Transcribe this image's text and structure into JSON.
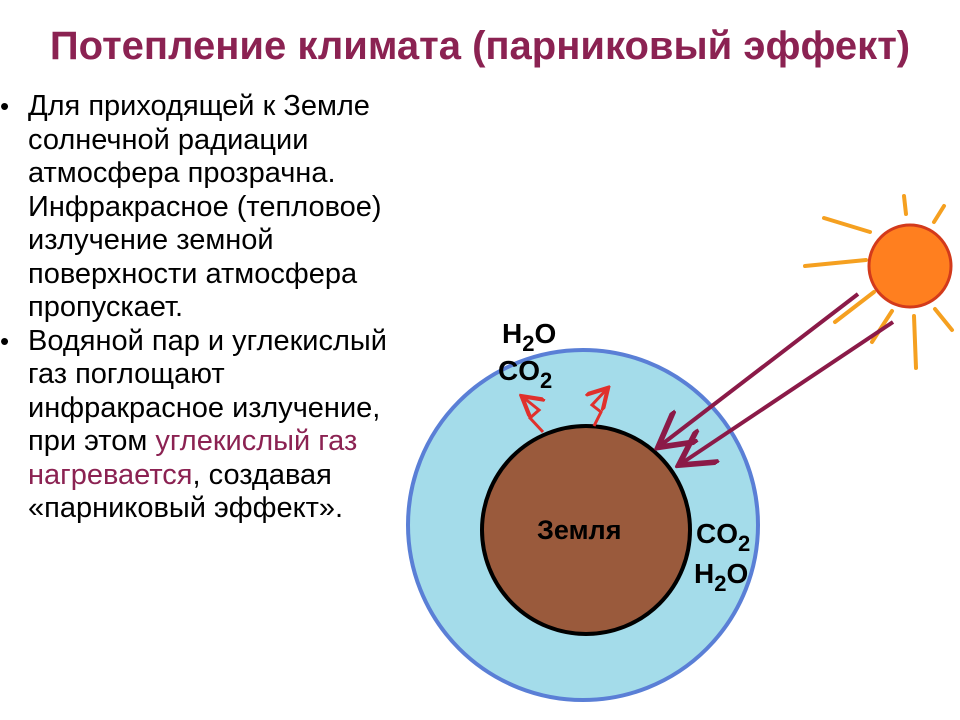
{
  "title": "Потепление климата (парниковый эффект)",
  "paragraphs": {
    "p1": {
      "lines": [
        "Для приходящей к Земле",
        "солнечной радиации",
        "атмосфера прозрачна.",
        "Инфракрасное (тепловое)",
        "излучение земной",
        "поверхности атмосфера",
        "пропускает."
      ]
    },
    "p2": {
      "l1": "Водяной пар и углекислый",
      "l2": "газ поглощают",
      "l3": "инфракрасное излучение,",
      "l4_pre": "при этом ",
      "l4_hl": "углекислый газ",
      "l5_hl": "нагревается",
      "l5_post": ", создавая",
      "l6": "«парниковый эффект»."
    }
  },
  "diagram": {
    "earth_label": "Земля",
    "top_h2o": {
      "a": "H",
      "sub": "2",
      "b": "O"
    },
    "top_co2": {
      "a": "CO",
      "sub": "2"
    },
    "right_co2": {
      "a": "CO",
      "sub": "2"
    },
    "right_h2o": {
      "a": "H",
      "sub": "2",
      "b": "O"
    }
  },
  "colors": {
    "title": "#8b2252",
    "highlight": "#8b2252",
    "atmosphere_fill": "#a4dcea",
    "atmosphere_stroke": "#5a7fd6",
    "earth_fill": "#9a5a3c",
    "sun_fill": "#ff7f1f",
    "sun_rays": "#f5a020",
    "ray_arrows": "#8b1a48",
    "ir_arrows": "#e0302c"
  }
}
